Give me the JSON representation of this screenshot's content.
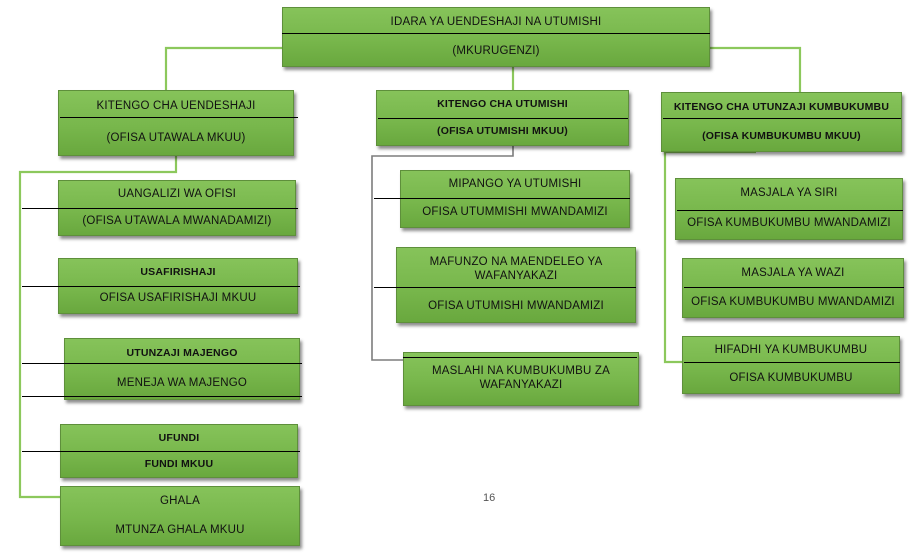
{
  "top": {
    "line1": "IDARA YA UENDESHAJI NA UTUMISHI",
    "line2": "(MKURUGENZI)"
  },
  "columns": [
    {
      "head": {
        "line1": "KITENGO CHA UENDESHAJI",
        "line2": "(OFISA UTAWALA MKUU)"
      },
      "units": [
        {
          "line1": "UANGALIZI WA OFISI",
          "line2": "(OFISA UTAWALA MWANADAMIZI)"
        },
        {
          "line1": "USAFIRISHAJI",
          "line2": "OFISA USAFIRISHAJI MKUU"
        },
        {
          "line1": "UTUNZAJI MAJENGO",
          "line2": "MENEJA WA MAJENGO"
        },
        {
          "line1": "UFUNDI",
          "line2": "FUNDI MKUU"
        },
        {
          "line1": "GHALA",
          "line2": "MTUNZA GHALA MKUU"
        }
      ]
    },
    {
      "head": {
        "line1": "KITENGO CHA UTUMISHI",
        "line2": "(OFISA UTUMISHI MKUU)"
      },
      "units": [
        {
          "line1": "MIPANGO YA UTUMISHI",
          "line2": "OFISA UTUMMISHI MWANDAMIZI"
        },
        {
          "line1": "MAFUNZO NA MAENDELEO YA WAFANYAKAZI",
          "line2": "OFISA UTUMISHI MWANDAMIZI"
        },
        {
          "line1": "MASLAHI NA KUMBUKUMBU ZA WAFANYAKAZI"
        }
      ]
    },
    {
      "head": {
        "line1": "KITENGO CHA UTUNZAJI KUMBUKUMBU",
        "line2": "(OFISA KUMBUKUMBU MKUU)"
      },
      "units": [
        {
          "line1": "MASJALA  YA SIRI",
          "line2": "OFISA KUMBUKUMBU  MWANDAMIZI"
        },
        {
          "line1": "MASJALA  YA WAZI",
          "line2": "OFISA KUMBUKUMBU  MWANDAMIZI"
        },
        {
          "line1": "HIFADHI  YA KUMBUKUMBU",
          "line2": "OFISA KUMBUKUMBU"
        }
      ]
    }
  ],
  "page_number": "16"
}
